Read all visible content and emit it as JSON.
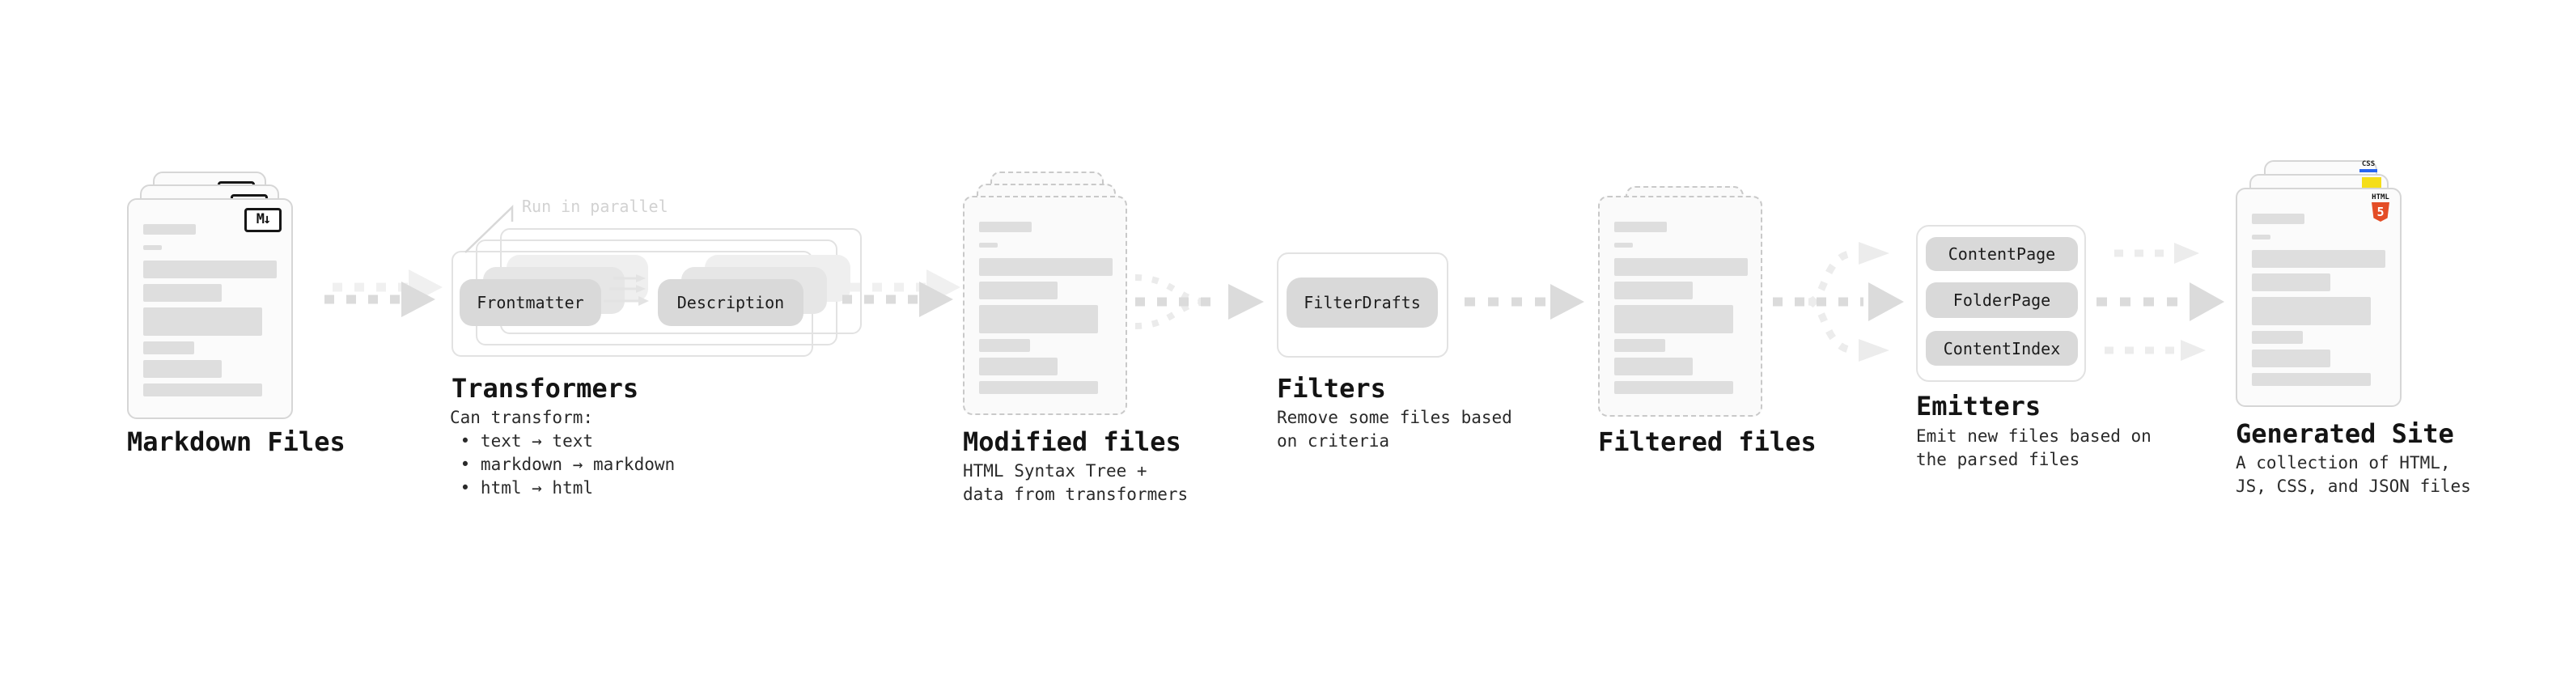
{
  "diagram": {
    "markdown_files": {
      "label": "Markdown Files",
      "badge": "M↓"
    },
    "transformers": {
      "label": "Transformers",
      "note": "Run in parallel",
      "buttons": [
        "Frontmatter",
        "Description"
      ],
      "desc": [
        "Can transform:",
        " • text → text",
        " • markdown → markdown",
        " • html → html"
      ]
    },
    "modified_files": {
      "label": "Modified files",
      "desc": [
        "HTML Syntax Tree +",
        "data from transformers"
      ]
    },
    "filters": {
      "label": "Filters",
      "buttons": [
        "FilterDrafts"
      ],
      "desc": [
        "Remove some files based",
        "on criteria"
      ]
    },
    "filtered_files": {
      "label": "Filtered files"
    },
    "emitters": {
      "label": "Emitters",
      "buttons": [
        "ContentPage",
        "FolderPage",
        "ContentIndex"
      ],
      "desc": [
        "Emit new files based on",
        "the parsed files"
      ]
    },
    "generated_site": {
      "label": "Generated Site",
      "desc": [
        "A collection of HTML,",
        "JS, CSS, and JSON files"
      ],
      "file_badges": {
        "html_word": "HTML",
        "html_number": "5",
        "css": "CSS"
      }
    },
    "colors": {
      "html5_orange": "#e44d26",
      "js_yellow": "#f5de19",
      "css_blue": "#2965f1"
    }
  }
}
